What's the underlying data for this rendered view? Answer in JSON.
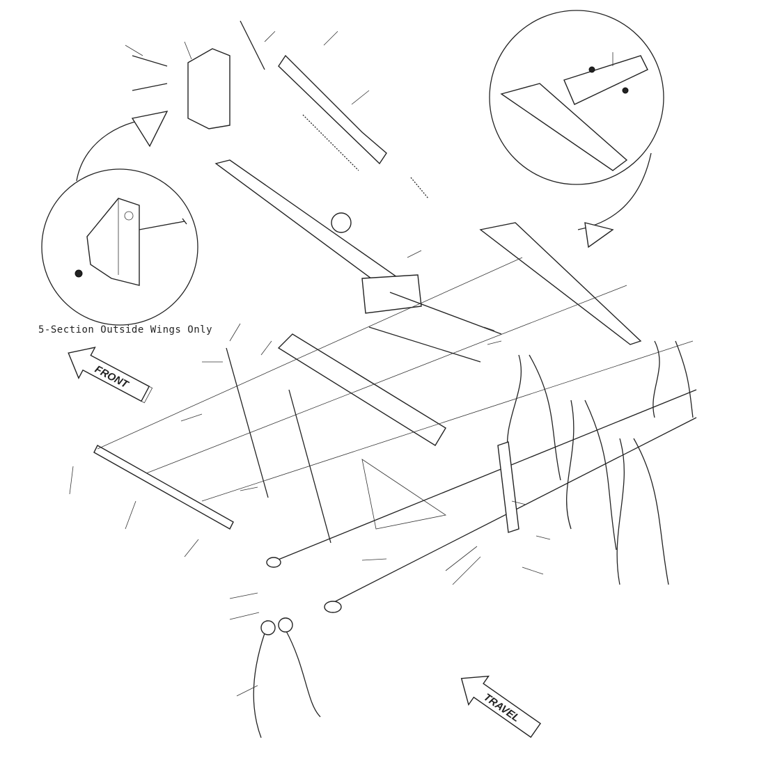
{
  "diagram": {
    "inset_caption": "5-Section Outside Wings Only",
    "front_arrow_label": "FRONT",
    "travel_arrow_label": "TRAVEL"
  }
}
